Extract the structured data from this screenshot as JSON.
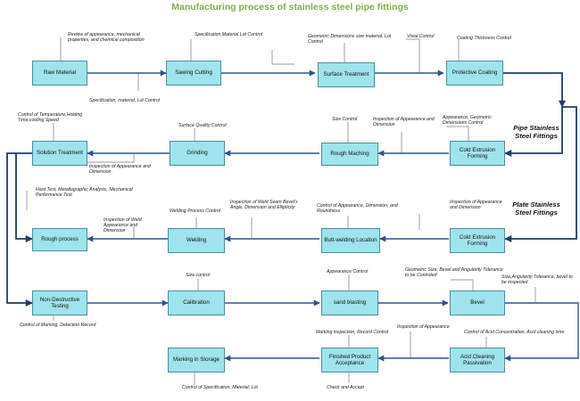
{
  "title": "Manufacturing process of stainless steel pipe fittings",
  "steps": {
    "raw_material": "Raw Material",
    "sawing_cutting": "Sawing Cutting",
    "surface_treatment": "Surface Treatment",
    "protective_coating": "Protective Coating",
    "cold_extrusion_1": "Cold Extrusion Forming",
    "rough_maching": "Rough Maching",
    "grinding": "Grinding",
    "solution_treatment": "Solution Treatment",
    "cold_extrusion_2": "Cold Extrusion Forming",
    "butt_welding": "Butt-welding Location",
    "welding": "Welding",
    "rough_process": "Rough process",
    "non_destructive": "Non-Destructive Testing",
    "calibration": "Calibration",
    "sand_blasting": "sand blasting",
    "bevel": "Bevel",
    "acid_cleaning": "Acid Cleaning Passivation",
    "finished_product": "Finished Product Acceptance",
    "marking_storage": "Marking in Storage"
  },
  "side_labels": {
    "pipe": "Pipe Stainless Steel Fittings",
    "plate": "Plate Stainless Steel Fittings"
  },
  "notes": {
    "review": "Review of appearance, mechanical properties, and chemical composition",
    "spec_lot_top": "Specification,Material Lot Control",
    "geometric": "Geometric Dimensions size material, Lot Control",
    "visial": "Visial Control",
    "coating": "Coating Thickness Control",
    "spec_lot_bottom": "Specification, material, Lot Control",
    "control_temp": "Control of Temperature,Holding Time,cooling Speed",
    "surface_quality": "Surface Quality Control",
    "size_control_1": "Size Control",
    "inspection_app_dim_1": "Inspection of Appearance and Dimension",
    "appearance_geo": "Appearance, Geometric Dimensions Control",
    "inspection_app_dim_2": "Inspection of Appearance and Dimension",
    "hard_test": "Hard Test, Metallographic Analysis, Mechanical Performance Test",
    "welding_process": "Welding Process Control",
    "weld_seam": "Inspection of Weld Seam Bevel's Angle, Dimension and Ellipticity",
    "control_roundness": "Control of Appearance, Dimension, and Roundness",
    "inspection_app_dim_3": "Inspection of Appearance and Dimension",
    "inspection_weld": "Inspection of Weld Appearance and Dimension",
    "size_control_2": "Size control",
    "appearance_control": "Appearance Control",
    "geo_bevel": "Geometric Size, Bevel and Angularity Tolerance to be Controled",
    "size_angularity": "Size,Angularity Tolerance, bevel to be inspected",
    "control_marking": "Control of Marking, Detection Record",
    "inspection_appearance": "Inspection of Appearance",
    "marking_inspection": "Marking inspection, Record Control",
    "control_acid": "Control of Acid Concentration, Acid cleaning time",
    "control_spec_lot": "Control of Specification, Material, Lot",
    "check_accept": "Check and Accept"
  }
}
